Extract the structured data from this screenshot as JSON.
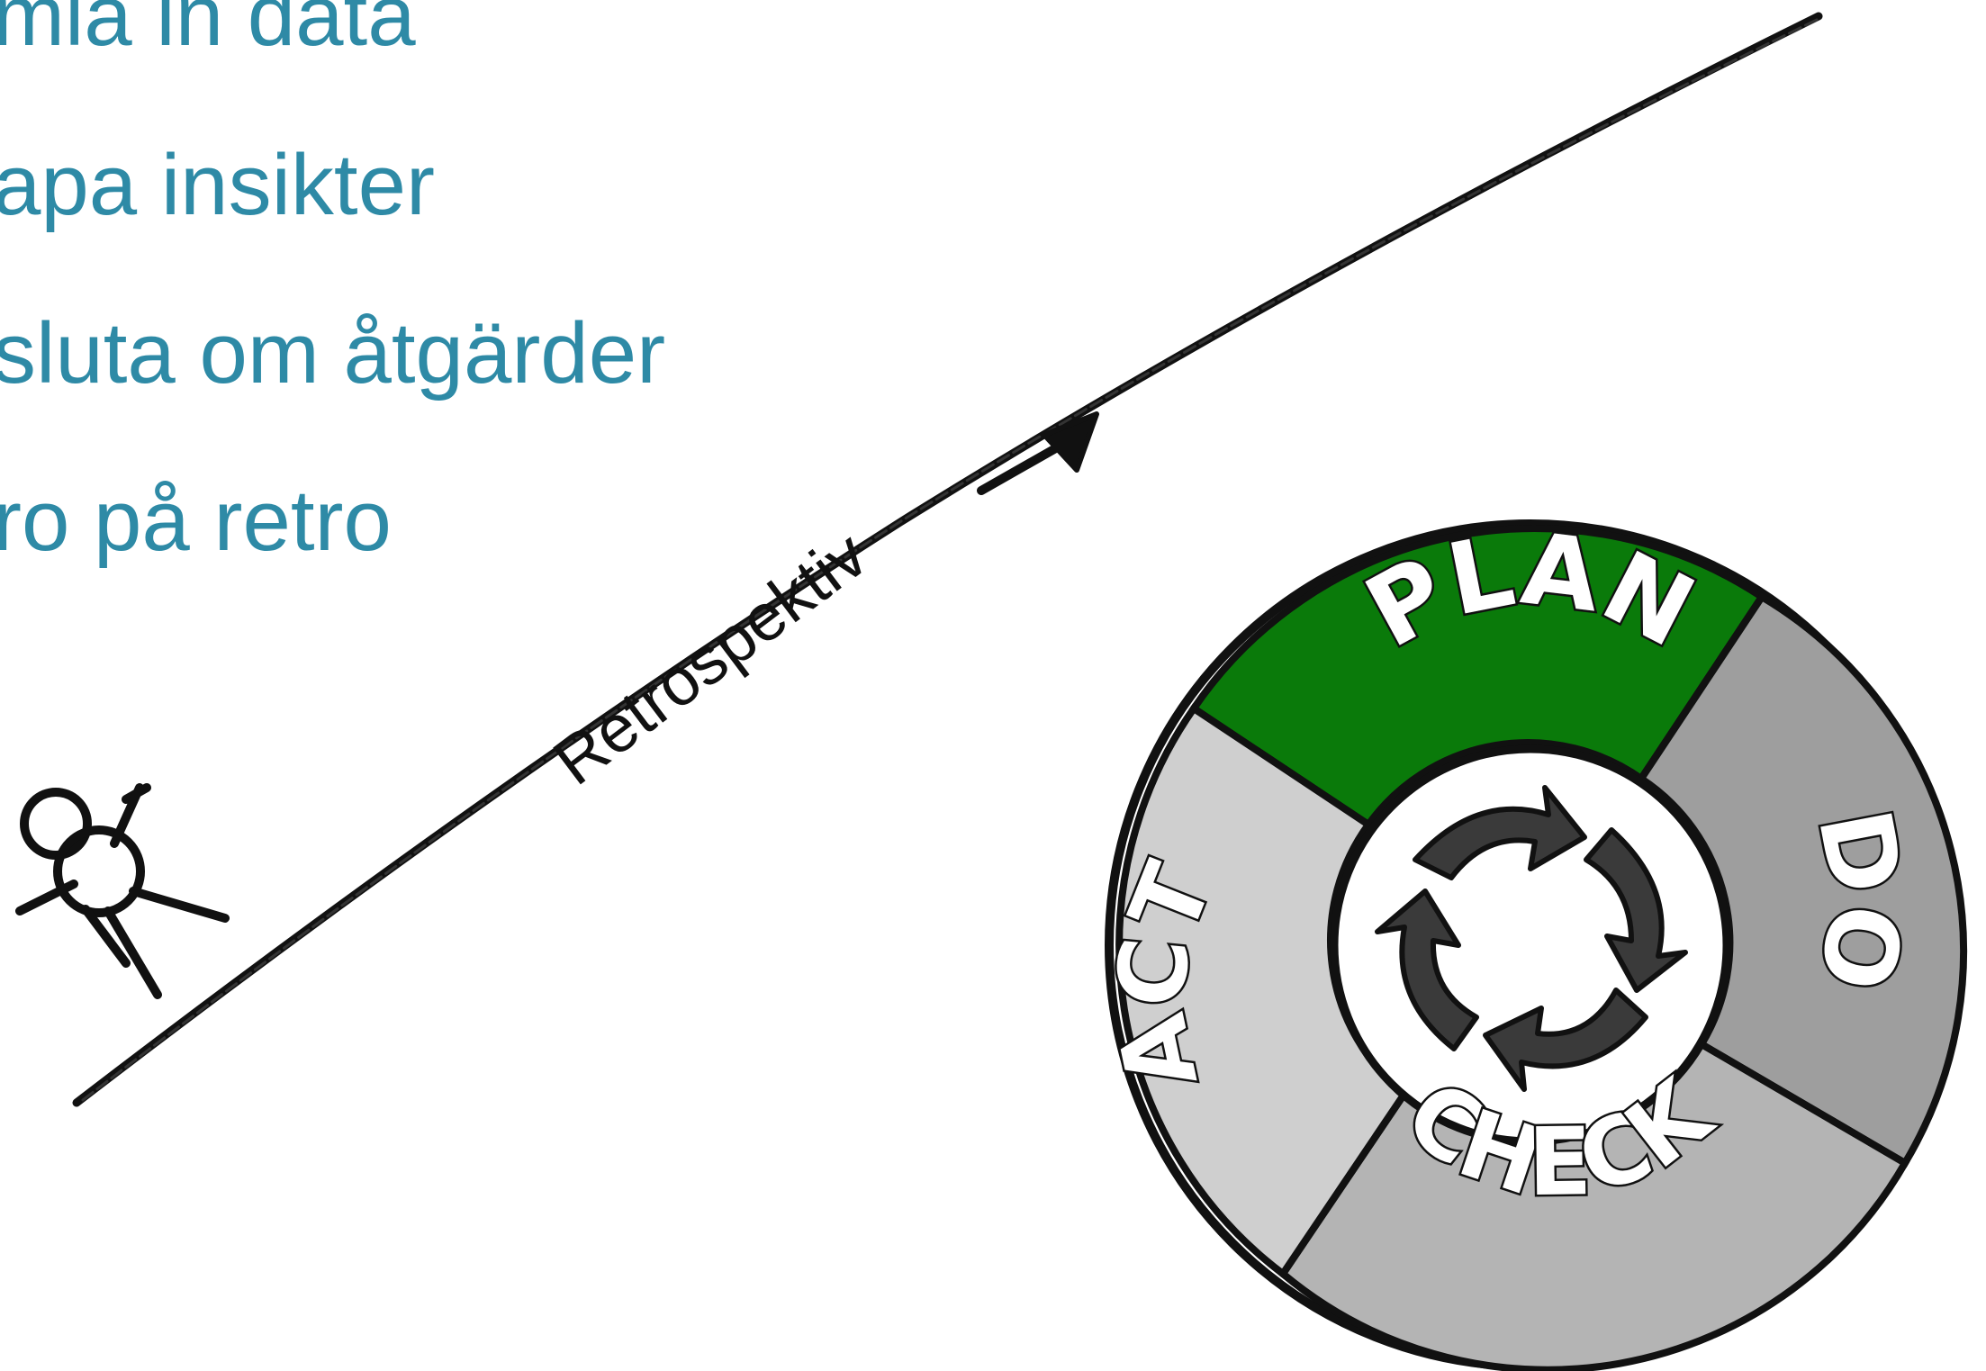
{
  "steps": [
    "mla in data",
    "apa insikter",
    "sluta om åtgärder",
    "ro på retro"
  ],
  "timeline_label": "Retrospektiv",
  "cycle": {
    "plan": "PLAN",
    "do": "DO",
    "check": "CHECK",
    "act": "ACT"
  },
  "colors": {
    "step_text": "#2e8aa6",
    "plan": "#0a7a0a",
    "do": "#9e9e9e",
    "check": "#b4b4b4",
    "act": "#cfcfcf",
    "arrows": "#3a3a3a",
    "ink": "#111111"
  },
  "icons": [
    "stick-figure-icon",
    "cycle-arrows-icon",
    "arrow-right-icon"
  ]
}
